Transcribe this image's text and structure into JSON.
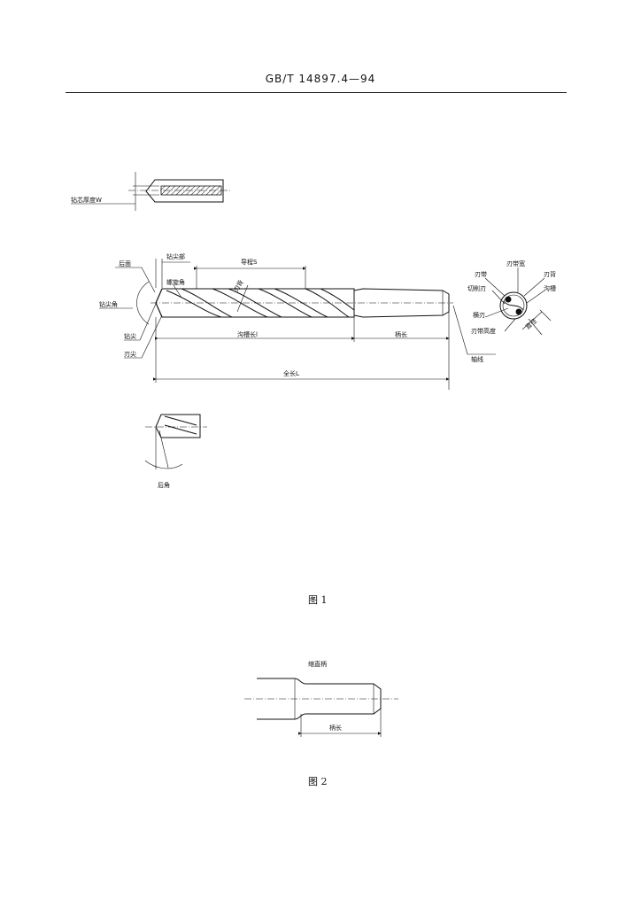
{
  "header": {
    "standard": "GB/T 14897.4—94"
  },
  "figure1": {
    "caption": "图 1",
    "labels": {
      "web_thickness": "钻芯厚度W",
      "flank": "后面",
      "point_part": "钻尖部",
      "lead": "导程S",
      "helix_angle": "螺旋角",
      "land": "刃背",
      "point_angle": "钻尖角",
      "point": "钻尖",
      "corner": "刃尖",
      "flute_length": "沟槽长l",
      "shank_length": "柄长",
      "overall_length": "全长L",
      "axis": "轴线",
      "clearance_angle": "后角",
      "margin": "刃带",
      "margin_width": "刃带宽",
      "heel": "刃背",
      "cutting_edge": "切削刃",
      "flute": "沟槽",
      "chisel_edge": "横刃",
      "margin_height": "刃带高度",
      "diameter": "直径"
    }
  },
  "figure2": {
    "caption": "图 2",
    "labels": {
      "reduced_shank": "缩直柄",
      "shank_length": "柄长"
    }
  }
}
